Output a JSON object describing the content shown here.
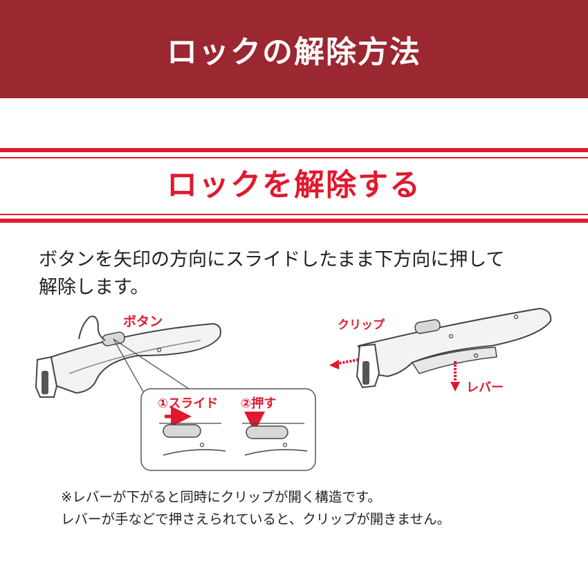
{
  "header": {
    "title": "ロックの解除方法"
  },
  "section": {
    "title": "ロックを解除する"
  },
  "instruction": {
    "line1": "ボタンを矢印の方向にスライドしたまま下方向に押して",
    "line2": "解除します。"
  },
  "figure": {
    "button_label": "ボタン",
    "step1_label": "①スライド",
    "step2_label": "②押す",
    "clip_label": "クリップ",
    "lever_label": "レバー"
  },
  "notes": {
    "line1": "※レバーが下がると同時にクリップが開く構造です。",
    "line2": "レバーが手などで押さえられていると、クリップが開きません。"
  },
  "colors": {
    "header_bg": "#9b2730",
    "accent_red": "#e0192e",
    "text": "#222222"
  }
}
